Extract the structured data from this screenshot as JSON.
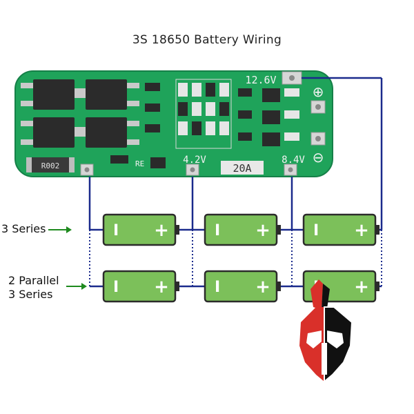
{
  "title": "3S 18650 Battery Wiring",
  "labels": {
    "series_row": "3 Series",
    "parallel_row_line1": "2 Parallel",
    "parallel_row_line2": "3 Series"
  },
  "board": {
    "voltage_top": "12.6V",
    "voltage_mid": "4.2V",
    "voltage_right": "8.4V",
    "current": "20A",
    "resistor_label": "R002",
    "re_label": "RE",
    "plus_symbol": "⊕",
    "minus_symbol": "⊖"
  },
  "battery": {
    "neg_symbol": "I",
    "pos_symbol": "+"
  },
  "colors": {
    "wire": "#1a2a8c",
    "arrow": "#1e8a1e",
    "pcb": "#1fa35a",
    "pcb_dark": "#14804a",
    "battery_fill": "#7cc05a",
    "battery_border": "#2b2b2b",
    "logo_red": "#d9302a",
    "logo_black": "#111111"
  }
}
